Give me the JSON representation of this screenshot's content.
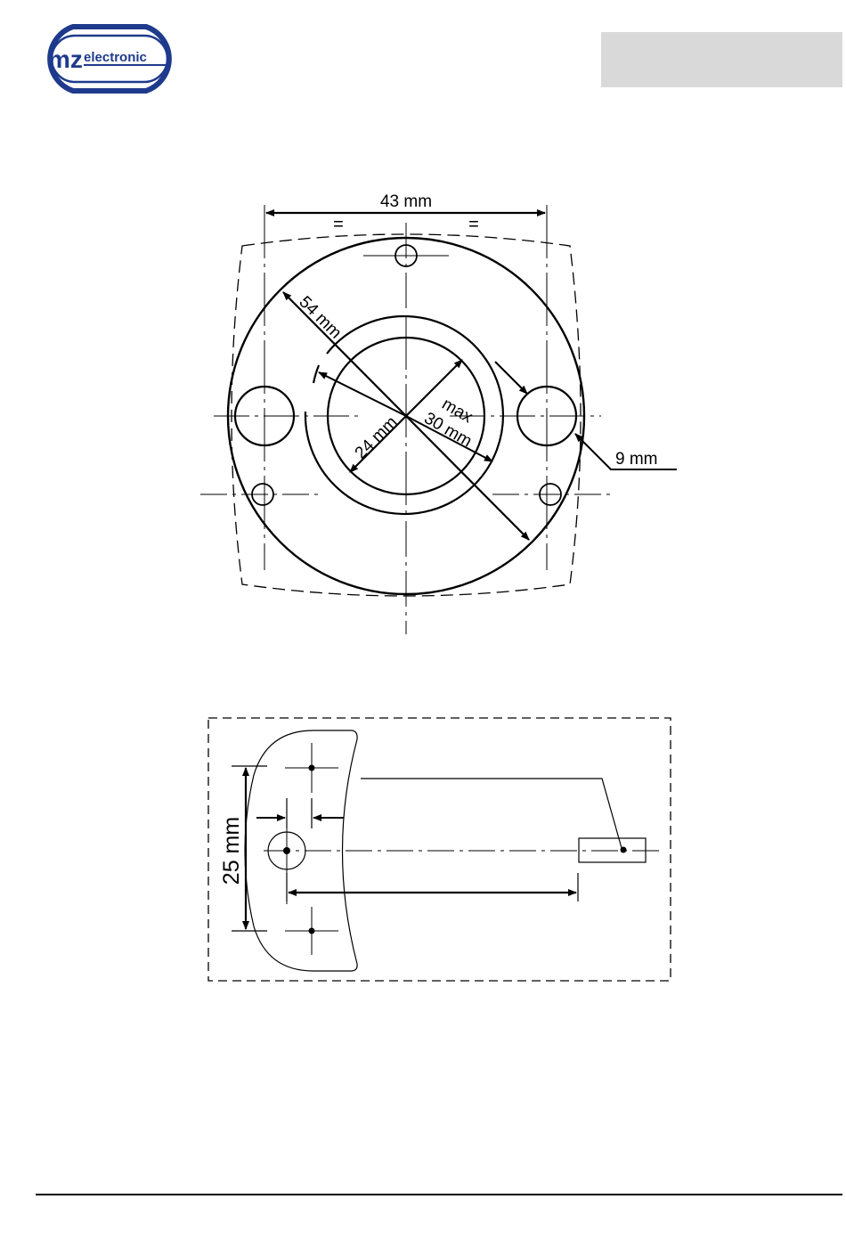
{
  "logo": {
    "text_mz": "mz",
    "text_electronic": "electronic",
    "color": "#1e3a8c"
  },
  "top_view": {
    "dim_width": "43 mm",
    "equal_left": "=",
    "equal_right": "=",
    "dim_diagonal": "54 mm",
    "dim_inner": "24 mm",
    "dim_max_line1": "max",
    "dim_max_line2": "30 mm",
    "dim_hole": "9 mm"
  },
  "side_view": {
    "dim_height": "25 mm"
  }
}
